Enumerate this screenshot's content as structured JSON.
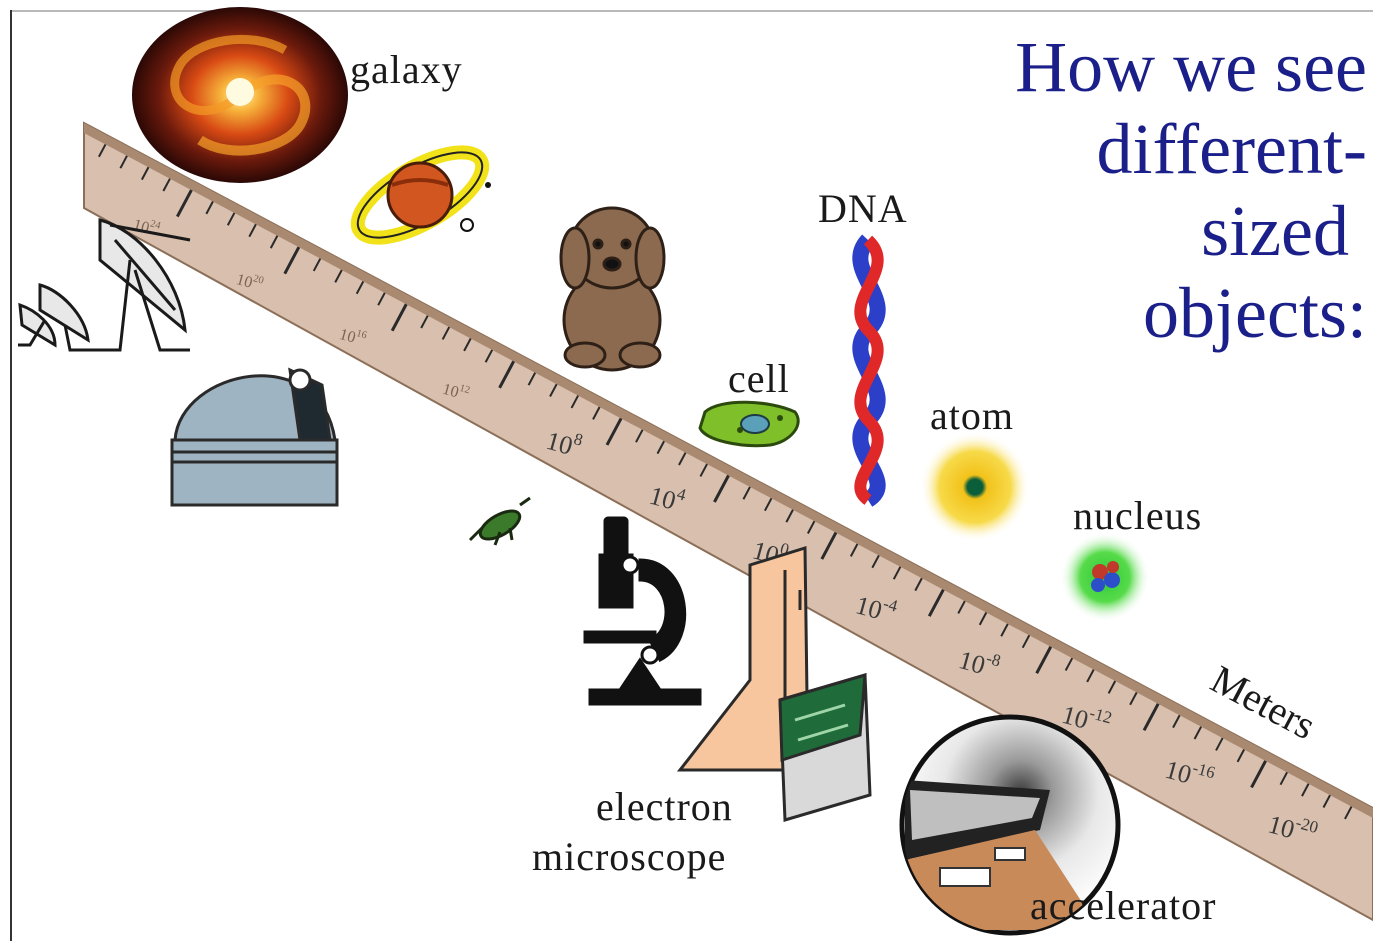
{
  "title": {
    "line1": "How we see",
    "line2": "different-",
    "line3": "sized",
    "line4": "objects:"
  },
  "labels": {
    "galaxy": "galaxy",
    "dna": "DNA",
    "cell": "cell",
    "atom": "atom",
    "nucleus": "nucleus",
    "electron": "electron",
    "microscope": "microscope",
    "accelerator": "accelerator"
  },
  "ruler": {
    "unit": "Meters",
    "ticks": [
      {
        "base": "10",
        "exp": "24"
      },
      {
        "base": "10",
        "exp": "20"
      },
      {
        "base": "10",
        "exp": "16"
      },
      {
        "base": "10",
        "exp": "12"
      },
      {
        "base": "10",
        "exp": "8"
      },
      {
        "base": "10",
        "exp": "4"
      },
      {
        "base": "10",
        "exp": "0"
      },
      {
        "base": "10",
        "exp": "-4"
      },
      {
        "base": "10",
        "exp": "-8"
      },
      {
        "base": "10",
        "exp": "-12"
      },
      {
        "base": "10",
        "exp": "-16"
      },
      {
        "base": "10",
        "exp": "-20"
      }
    ]
  },
  "colors": {
    "title": "#1b1f8a",
    "ruler_face": "#d8bfae",
    "ruler_edge": "#a9896f",
    "galaxy": "#e05a1a",
    "planet_ring": "#f1e21a",
    "dog": "#8b6a4f",
    "cell": "#7fbf2a",
    "dna_red": "#e02828",
    "dna_blue": "#2b3fc9",
    "atom": "#f5d21b",
    "nucleus": "#45d23f",
    "dome": "#9fb4c2",
    "microscope": "#111111",
    "em_column": "#f7c59e",
    "em_console": "#1f6b3a"
  },
  "icons": [
    "galaxy-image",
    "planet-icon",
    "dog-icon",
    "cell-icon",
    "dna-icon",
    "atom-icon",
    "nucleus-icon",
    "radio-telescope-icon",
    "observatory-icon",
    "insect-icon",
    "light-microscope-icon",
    "electron-microscope-icon",
    "accelerator-icon"
  ]
}
